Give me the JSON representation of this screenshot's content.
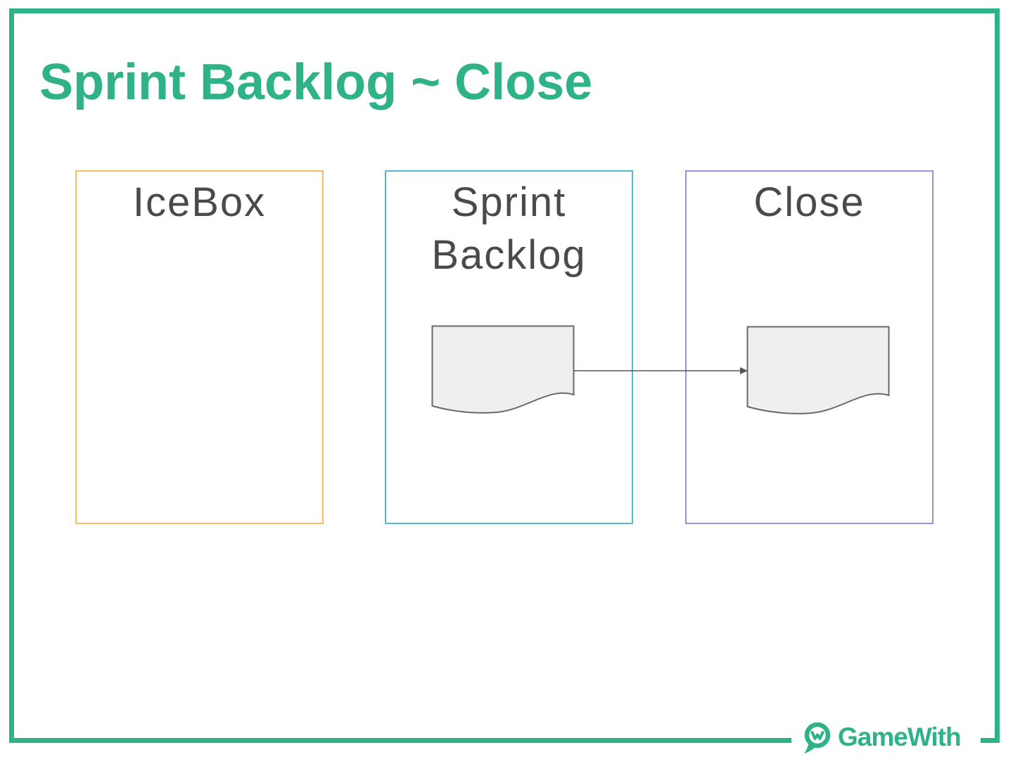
{
  "page": {
    "title": "Sprint Backlog ~ Close"
  },
  "colors": {
    "brand_green": "#2fb287",
    "icebox_border": "#f9bd5f",
    "sprint_backlog_border": "#52bac8",
    "close_border": "#9d90d2",
    "label_text": "#4a4a4a",
    "document_fill": "#efefef",
    "document_stroke": "#696969",
    "arrow": "#555555"
  },
  "columns": [
    {
      "id": "icebox",
      "label": "IceBox"
    },
    {
      "id": "sprint-backlog",
      "label": "Sprint Backlog"
    },
    {
      "id": "close",
      "label": "Close"
    }
  ],
  "flow": {
    "from_column": "Sprint Backlog",
    "to_column": "Close",
    "shape": "document"
  },
  "footer": {
    "brand": "GameWith",
    "logo_icon": "speech-bubble-w-icon"
  }
}
